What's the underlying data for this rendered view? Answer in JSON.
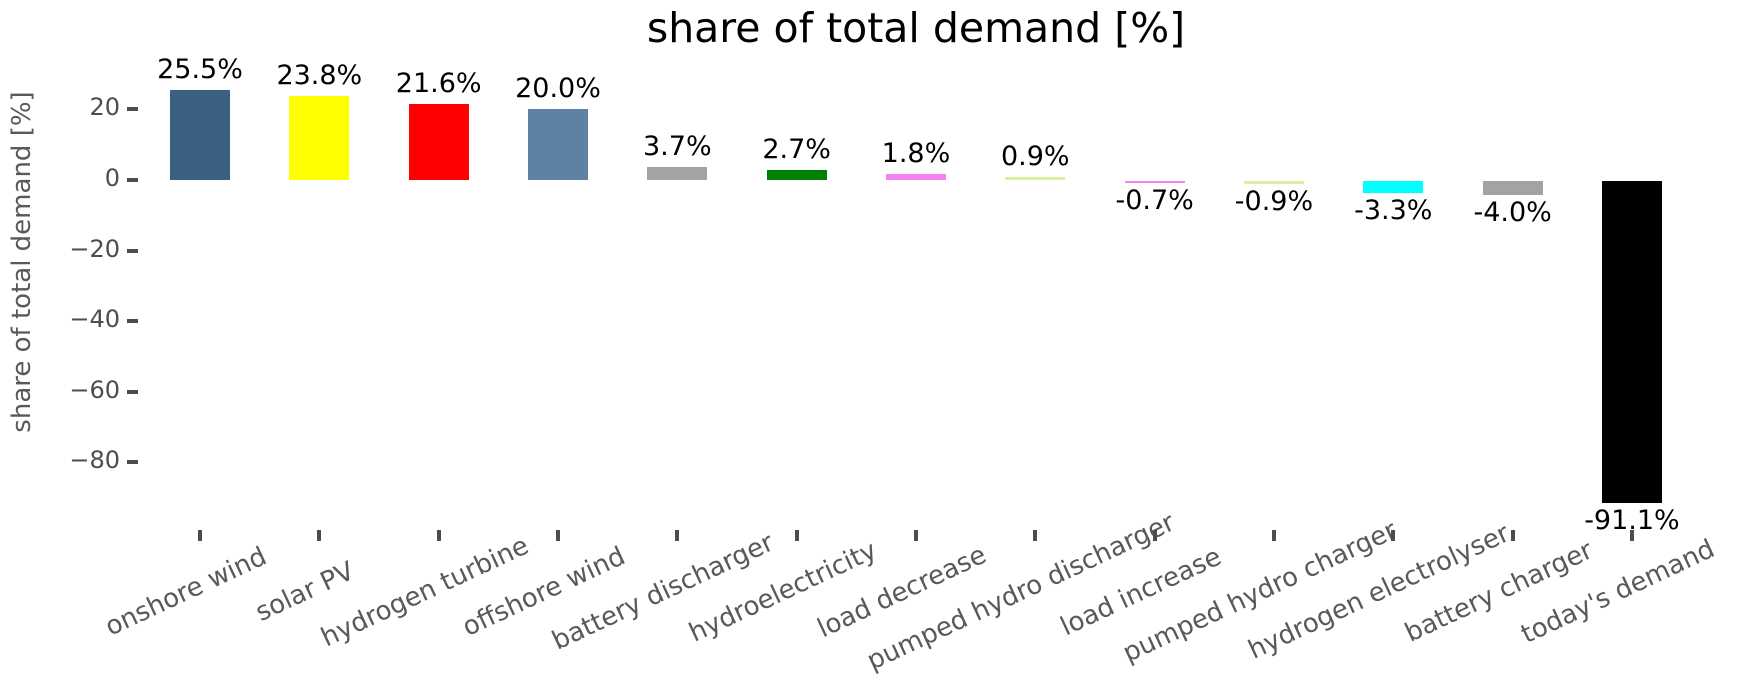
{
  "chart_data": {
    "type": "bar",
    "title": "share of total demand [%]",
    "xlabel": "",
    "ylabel": "share of total demand [%]",
    "categories": [
      "onshore wind",
      "solar PV",
      "hydrogen turbine",
      "offshore wind",
      "battery discharger",
      "hydroelectricity",
      "load decrease",
      "pumped hydro discharger",
      "load increase",
      "pumped hydro charger",
      "hydrogen electrolyser",
      "battery charger",
      "today's demand"
    ],
    "values": [
      25.5,
      23.8,
      21.6,
      20.0,
      3.7,
      2.7,
      1.8,
      0.9,
      -0.7,
      -0.9,
      -3.3,
      -4.0,
      -91.1
    ],
    "bar_labels": [
      "25.5%",
      "23.8%",
      "21.6%",
      "20.0%",
      "3.7%",
      "2.7%",
      "1.8%",
      "0.9%",
      "-0.7%",
      "-0.9%",
      "-3.3%",
      "-4.0%",
      "-91.1%"
    ],
    "colors": [
      "#3b6182",
      "#ffff00",
      "#ff0000",
      "#5d82a4",
      "#a3a3a3",
      "#008000",
      "#f583ee",
      "#d9f0a3",
      "#f583ee",
      "#d9f0a3",
      "#00ffff",
      "#a3a3a3",
      "#000000"
    ],
    "yticks": {
      "values": [
        20,
        0,
        -20,
        -40,
        -60,
        -80
      ],
      "labels": [
        "20",
        "0",
        "−20",
        "−40",
        "−60",
        "−80"
      ]
    },
    "ylim": [
      -99,
      33
    ],
    "grid": false,
    "legend": "none",
    "styles": {
      "background": "#ffffff",
      "title_color": "#000000",
      "value_label_color": "#000000",
      "axis_text_color": "#595959",
      "tick_color": "#4d4d4d"
    }
  }
}
